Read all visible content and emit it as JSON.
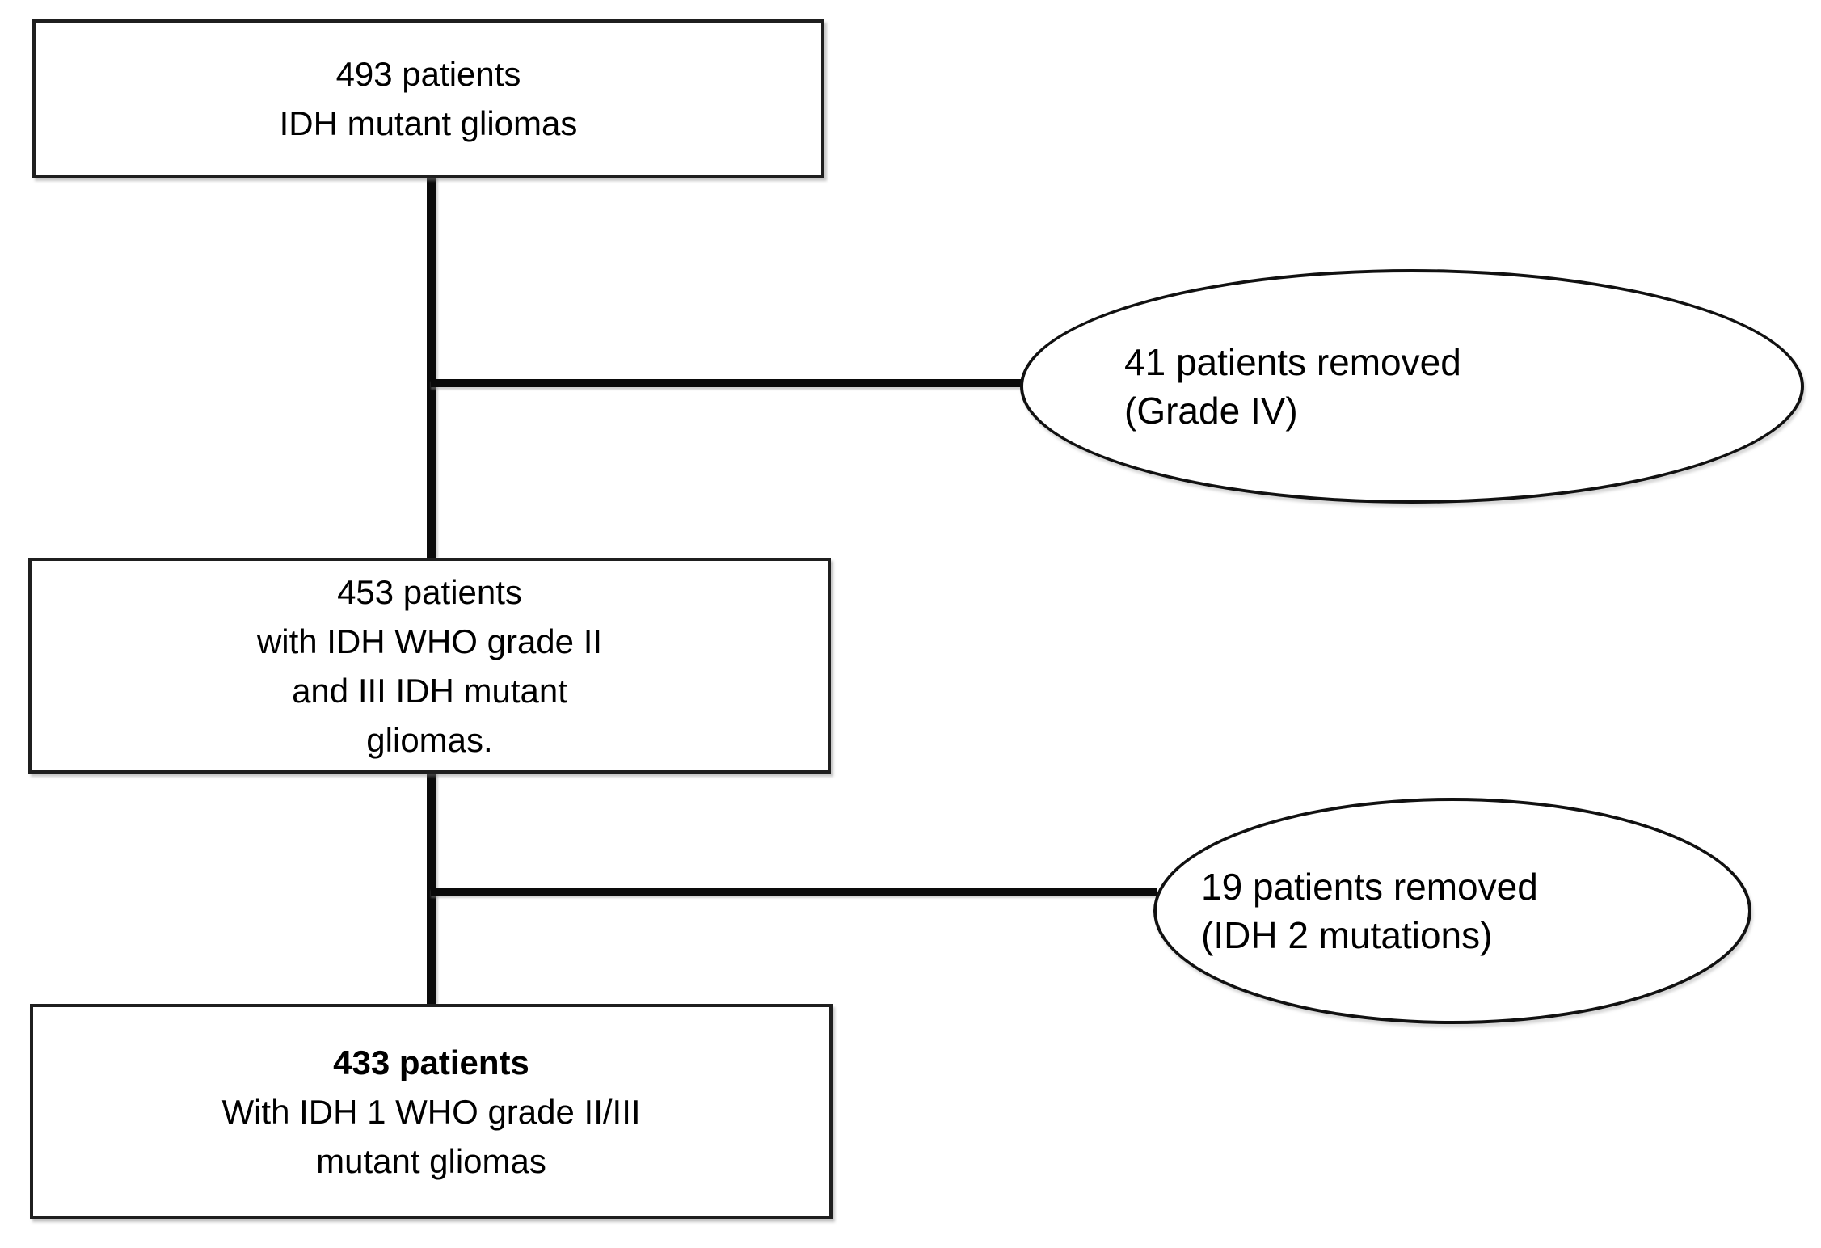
{
  "diagram": {
    "type": "flowchart",
    "background_color": "#ffffff",
    "stroke_color": "#0a0a0a",
    "text_color": "#000000",
    "boxes": [
      {
        "id": "box-493",
        "shape": "rectangle",
        "lines": [
          "493 patients",
          "IDH mutant gliomas"
        ]
      },
      {
        "id": "box-453",
        "shape": "rectangle",
        "lines": [
          "453 patients",
          "with IDH WHO grade II",
          "and III IDH mutant",
          "gliomas."
        ]
      },
      {
        "id": "box-433",
        "shape": "rectangle",
        "lines": [
          "433 patients",
          "With IDH 1 WHO grade II/III",
          "mutant gliomas"
        ],
        "first_line_bold": true
      }
    ],
    "ellipses": [
      {
        "id": "ellipse-41",
        "shape": "ellipse",
        "lines": [
          "41 patients removed",
          "(Grade IV)"
        ]
      },
      {
        "id": "ellipse-19",
        "shape": "ellipse",
        "lines": [
          "19 patients removed",
          "(IDH 2 mutations)"
        ]
      }
    ],
    "edges": [
      {
        "from": "box-493",
        "to": "box-453",
        "type": "vertical"
      },
      {
        "from": "box-453",
        "to": "box-433",
        "type": "vertical"
      },
      {
        "from": "box-493-to-box-453-line",
        "to": "ellipse-41",
        "type": "horizontal-branch"
      },
      {
        "from": "box-453-to-box-433-line",
        "to": "ellipse-19",
        "type": "horizontal-branch"
      }
    ]
  }
}
